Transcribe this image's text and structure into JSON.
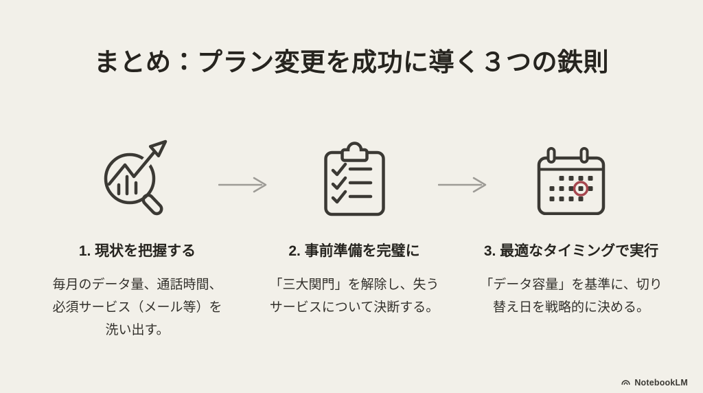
{
  "slide": {
    "title": "まとめ：プラン変更を成功に導く３つの鉄則",
    "steps": [
      {
        "icon": "chart-magnifier-icon",
        "heading": "1. 現状を把握する",
        "body": "毎月のデータ量、通話時間、\n必須サービス（メール等）を\n洗い出す。"
      },
      {
        "icon": "checklist-clipboard-icon",
        "heading": "2. 事前準備を完璧に",
        "body": "「三大関門」を解除し、失う\nサービスについて決断する。"
      },
      {
        "icon": "calendar-icon",
        "heading": "3. 最適なタイミングで実行",
        "body": "「データ容量」を基準に、切り\n替え日を戦略的に決める。"
      }
    ],
    "arrows": [
      "arrow-right-icon",
      "arrow-right-icon"
    ],
    "branding": {
      "icon": "notebooklm-logo-icon",
      "label": "NotebookLM"
    },
    "colors": {
      "background": "#f2f0e9",
      "heading_text": "#26241f",
      "body_text": "#33312c",
      "icon_stroke": "#3b3934",
      "arrow": "#9d9b96",
      "accent_red": "#a5464e"
    }
  }
}
